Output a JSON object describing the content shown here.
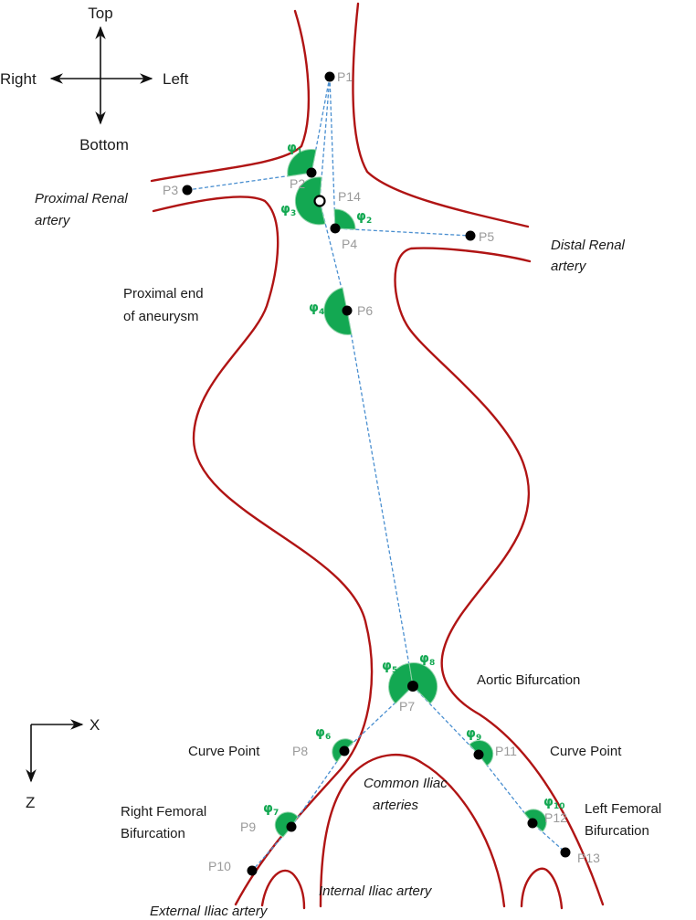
{
  "orientation": {
    "top": "Top",
    "bottom": "Bottom",
    "right": "Right",
    "left": "Left"
  },
  "axes": {
    "x": "X",
    "z": "Z"
  },
  "anatomy_labels": {
    "proximal_renal": [
      "Proximal Renal",
      "artery"
    ],
    "distal_renal": [
      "Distal Renal",
      "artery"
    ],
    "proximal_aneurysm": [
      "Proximal end",
      "of aneurysm"
    ],
    "aortic_bifurcation": "Aortic Bifurcation",
    "curve_point_right": "Curve Point",
    "curve_point_left": "Curve Point",
    "common_iliac": [
      "Common Iliac",
      "arteries"
    ],
    "right_femoral": [
      "Right Femoral",
      "Bifurcation"
    ],
    "left_femoral": [
      "Left Femoral",
      "Bifurcation"
    ],
    "internal_iliac": "Internal Iliac artery",
    "external_iliac": "External Iliac artery"
  },
  "points": [
    {
      "id": "P1",
      "label": "P1"
    },
    {
      "id": "P2",
      "label": "P2"
    },
    {
      "id": "P3",
      "label": "P3"
    },
    {
      "id": "P4",
      "label": "P4"
    },
    {
      "id": "P5",
      "label": "P5"
    },
    {
      "id": "P6",
      "label": "P6"
    },
    {
      "id": "P7",
      "label": "P7"
    },
    {
      "id": "P8",
      "label": "P8"
    },
    {
      "id": "P9",
      "label": "P9"
    },
    {
      "id": "P10",
      "label": "P10"
    },
    {
      "id": "P11",
      "label": "P11"
    },
    {
      "id": "P12",
      "label": "P12"
    },
    {
      "id": "P13",
      "label": "P13"
    },
    {
      "id": "P14",
      "label": "P14"
    }
  ],
  "angles": [
    {
      "id": "phi1",
      "symbol": "φ",
      "sub": "1"
    },
    {
      "id": "phi2",
      "symbol": "φ",
      "sub": "2"
    },
    {
      "id": "phi3",
      "symbol": "φ",
      "sub": "3"
    },
    {
      "id": "phi4",
      "symbol": "φ",
      "sub": "4"
    },
    {
      "id": "phi5",
      "symbol": "φ",
      "sub": "5"
    },
    {
      "id": "phi6",
      "symbol": "φ",
      "sub": "6"
    },
    {
      "id": "phi7",
      "symbol": "φ",
      "sub": "7"
    },
    {
      "id": "phi8",
      "symbol": "φ",
      "sub": "8"
    },
    {
      "id": "phi9",
      "symbol": "φ",
      "sub": "9"
    },
    {
      "id": "phi10",
      "symbol": "φ",
      "sub": "10"
    }
  ],
  "colors": {
    "vessel_wall": "#b01414",
    "centerline": "#4a8fd0",
    "angle_marker": "#13a852",
    "point_label": "#9a9a9a"
  }
}
